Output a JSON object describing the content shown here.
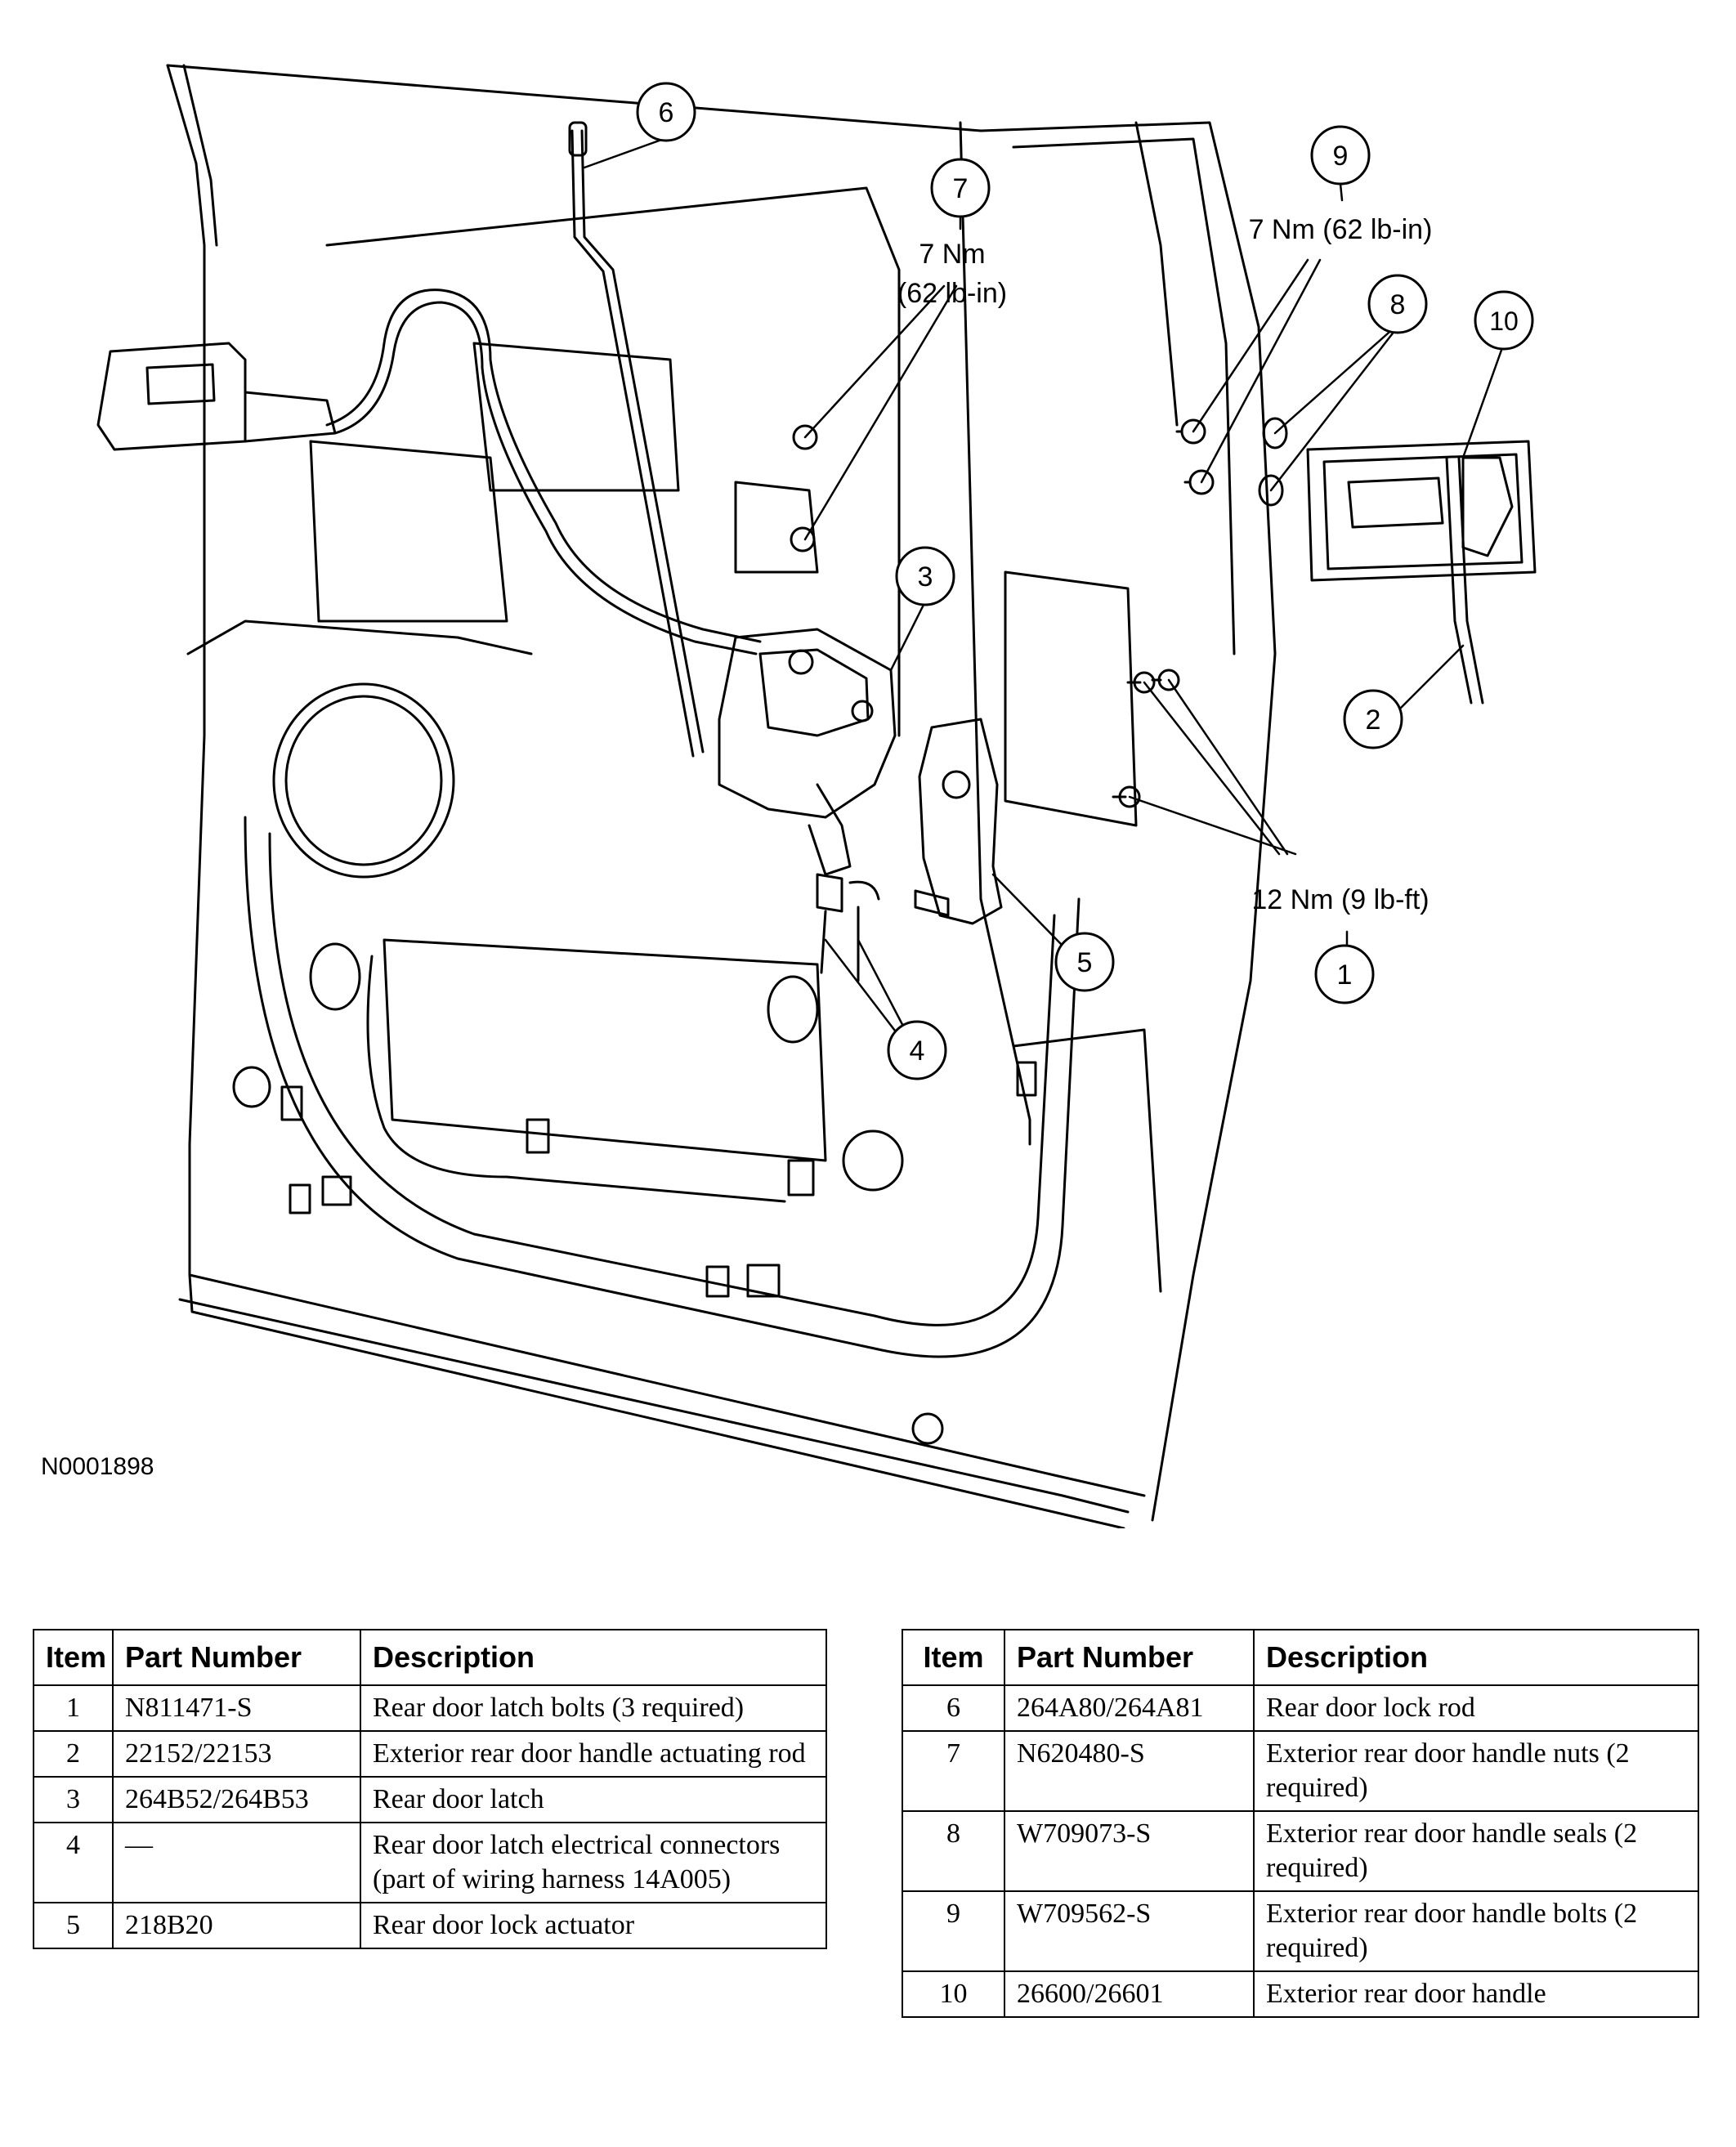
{
  "figure_id": "N0001898",
  "callouts": [
    {
      "number": "1"
    },
    {
      "number": "2"
    },
    {
      "number": "3"
    },
    {
      "number": "4"
    },
    {
      "number": "5"
    },
    {
      "number": "6"
    },
    {
      "number": "7"
    },
    {
      "number": "8"
    },
    {
      "number": "9"
    },
    {
      "number": "10"
    }
  ],
  "torque_labels": {
    "handle_nuts_line1": "7 Nm",
    "handle_nuts_line2": "(62 lb-in)",
    "handle_bolts": "7 Nm (62 lb-in)",
    "latch_bolts": "12 Nm (9 lb-ft)"
  },
  "table": {
    "headers": {
      "item": "Item",
      "part_number": "Part Number",
      "description": "Description"
    },
    "left_rows": [
      {
        "item": "1",
        "part_number": "N811471-S",
        "description": "Rear door latch bolts (3 required)"
      },
      {
        "item": "2",
        "part_number": "22152/22153",
        "description": "Exterior rear door handle actuating rod"
      },
      {
        "item": "3",
        "part_number": "264B52/264B53",
        "description": "Rear door latch"
      },
      {
        "item": "4",
        "part_number": "—",
        "description": "Rear door latch electrical connectors (part of wiring harness 14A005)"
      },
      {
        "item": "5",
        "part_number": "218B20",
        "description": "Rear door lock actuator"
      }
    ],
    "right_rows": [
      {
        "item": "6",
        "part_number": "264A80/264A81",
        "description": "Rear door lock rod"
      },
      {
        "item": "7",
        "part_number": "N620480-S",
        "description": "Exterior rear door handle nuts (2 required)"
      },
      {
        "item": "8",
        "part_number": "W709073-S",
        "description": "Exterior rear door handle seals (2 required)"
      },
      {
        "item": "9",
        "part_number": "W709562-S",
        "description": "Exterior rear door handle bolts (2 required)"
      },
      {
        "item": "10",
        "part_number": "26600/26601",
        "description": "Exterior rear door handle"
      }
    ]
  }
}
